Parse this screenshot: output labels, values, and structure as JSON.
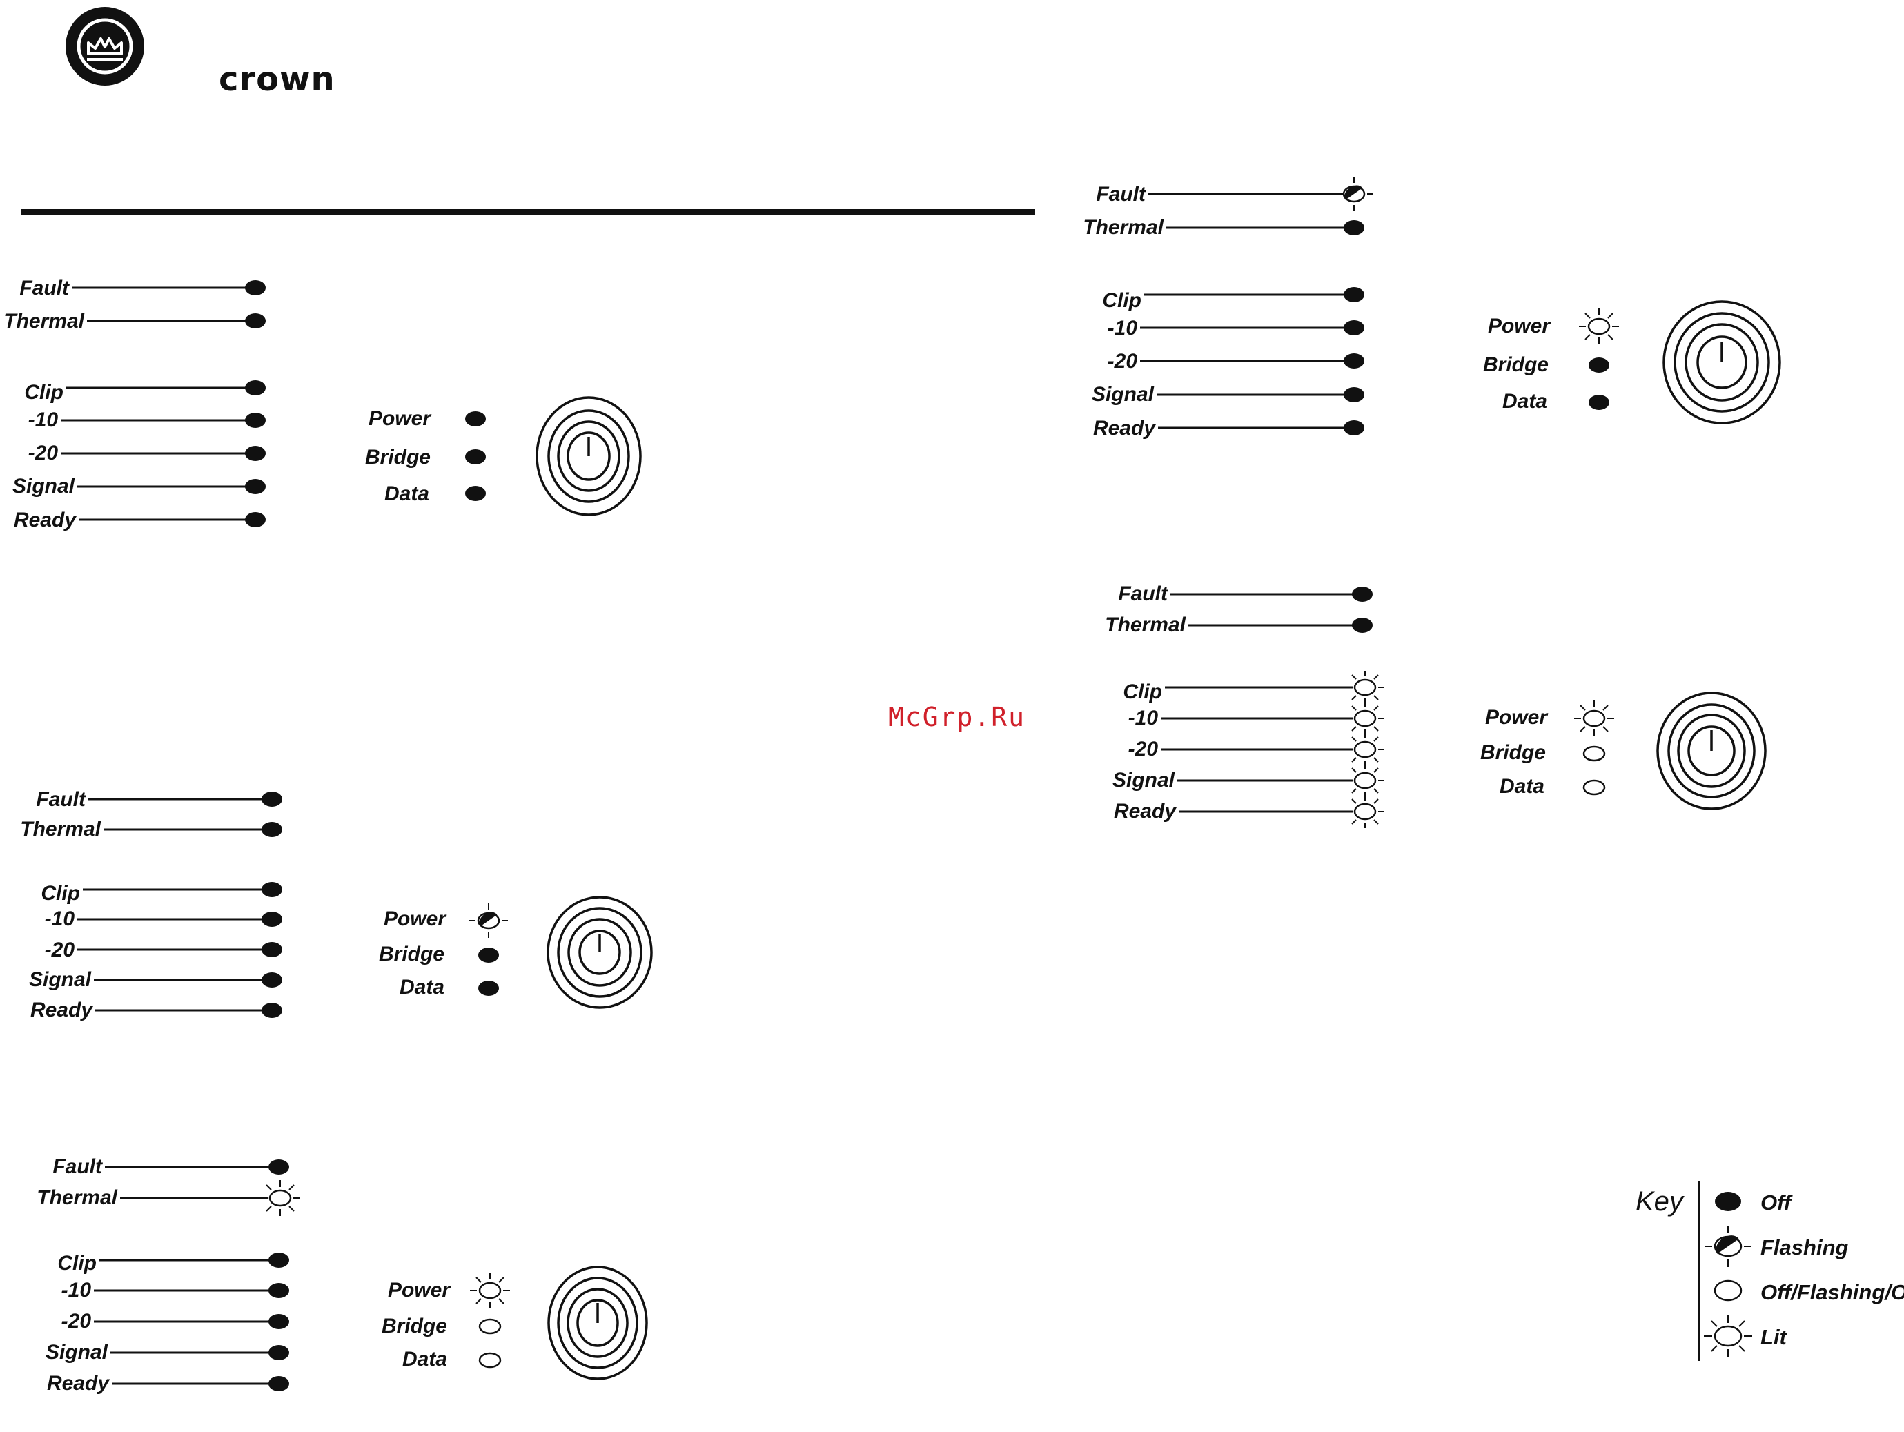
{
  "brand": {
    "name": "crown"
  },
  "watermark": "McGrp.Ru",
  "colors": {
    "ink": "#111111",
    "watermark": "#d0202a",
    "background": "#ffffff"
  },
  "panels": [
    {
      "id": "panel-1",
      "channel_leds": [
        {
          "label": "Fault",
          "state": "off"
        },
        {
          "label": "Thermal",
          "state": "off"
        },
        {
          "label": "Clip",
          "state": "off"
        },
        {
          "label": "-10",
          "state": "off"
        },
        {
          "label": "-20",
          "state": "off"
        },
        {
          "label": "Signal",
          "state": "off"
        },
        {
          "label": "Ready",
          "state": "off"
        }
      ],
      "status_leds": [
        {
          "label": "Power",
          "state": "off"
        },
        {
          "label": "Bridge",
          "state": "off"
        },
        {
          "label": "Data",
          "state": "off"
        }
      ],
      "knob": "level-knob"
    },
    {
      "id": "panel-2",
      "channel_leds": [
        {
          "label": "Fault",
          "state": "flashing"
        },
        {
          "label": "Thermal",
          "state": "off"
        },
        {
          "label": "Clip",
          "state": "off"
        },
        {
          "label": "-10",
          "state": "off"
        },
        {
          "label": "-20",
          "state": "off"
        },
        {
          "label": "Signal",
          "state": "off"
        },
        {
          "label": "Ready",
          "state": "off"
        }
      ],
      "status_leds": [
        {
          "label": "Power",
          "state": "lit"
        },
        {
          "label": "Bridge",
          "state": "off"
        },
        {
          "label": "Data",
          "state": "off"
        }
      ],
      "knob": "level-knob"
    },
    {
      "id": "panel-3",
      "channel_leds": [
        {
          "label": "Fault",
          "state": "off"
        },
        {
          "label": "Thermal",
          "state": "off"
        },
        {
          "label": "Clip",
          "state": "off"
        },
        {
          "label": "-10",
          "state": "off"
        },
        {
          "label": "-20",
          "state": "off"
        },
        {
          "label": "Signal",
          "state": "off"
        },
        {
          "label": "Ready",
          "state": "off"
        }
      ],
      "status_leds": [
        {
          "label": "Power",
          "state": "flashing"
        },
        {
          "label": "Bridge",
          "state": "off"
        },
        {
          "label": "Data",
          "state": "off"
        }
      ],
      "knob": "level-knob"
    },
    {
      "id": "panel-4",
      "channel_leds": [
        {
          "label": "Fault",
          "state": "off"
        },
        {
          "label": "Thermal",
          "state": "off"
        },
        {
          "label": "Clip",
          "state": "lit"
        },
        {
          "label": "-10",
          "state": "lit"
        },
        {
          "label": "-20",
          "state": "lit"
        },
        {
          "label": "Signal",
          "state": "lit"
        },
        {
          "label": "Ready",
          "state": "lit"
        }
      ],
      "status_leds": [
        {
          "label": "Power",
          "state": "lit"
        },
        {
          "label": "Bridge",
          "state": "any"
        },
        {
          "label": "Data",
          "state": "any"
        }
      ],
      "knob": "level-knob"
    },
    {
      "id": "panel-5",
      "channel_leds": [
        {
          "label": "Fault",
          "state": "off"
        },
        {
          "label": "Thermal",
          "state": "lit"
        },
        {
          "label": "Clip",
          "state": "off"
        },
        {
          "label": "-10",
          "state": "off"
        },
        {
          "label": "-20",
          "state": "off"
        },
        {
          "label": "Signal",
          "state": "off"
        },
        {
          "label": "Ready",
          "state": "off"
        }
      ],
      "status_leds": [
        {
          "label": "Power",
          "state": "lit"
        },
        {
          "label": "Bridge",
          "state": "any"
        },
        {
          "label": "Data",
          "state": "any"
        }
      ],
      "knob": "level-knob"
    }
  ],
  "key": {
    "title": "Key",
    "items": [
      {
        "state": "off",
        "label": "Off"
      },
      {
        "state": "flashing",
        "label": "Flashing"
      },
      {
        "state": "any",
        "label": "Off/Flashing/On"
      },
      {
        "state": "lit",
        "label": "Lit"
      }
    ]
  }
}
